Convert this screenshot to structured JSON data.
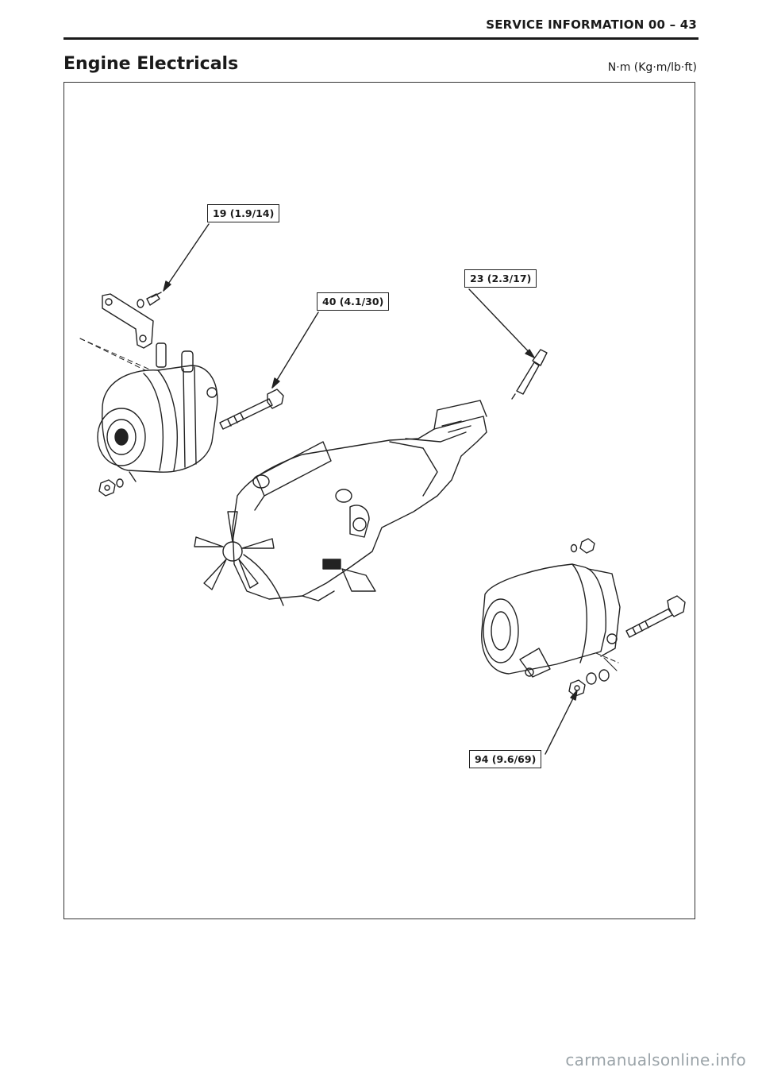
{
  "header": {
    "section": "SERVICE INFORMATION 00 – 43"
  },
  "page": {
    "title": "Engine Electricals",
    "units": "N·m (Kg·m/lb·ft)"
  },
  "callouts": [
    {
      "id": "alternator-bracket-bolt",
      "torque": "19 (1.9/14)"
    },
    {
      "id": "alternator-through-bolt",
      "torque": "40 (4.1/30)"
    },
    {
      "id": "glow-plug",
      "torque": "23 (2.3/17)"
    },
    {
      "id": "starter-nut",
      "torque": "94 (9.6/69)"
    }
  ],
  "watermark": "carmanualsonline.info"
}
